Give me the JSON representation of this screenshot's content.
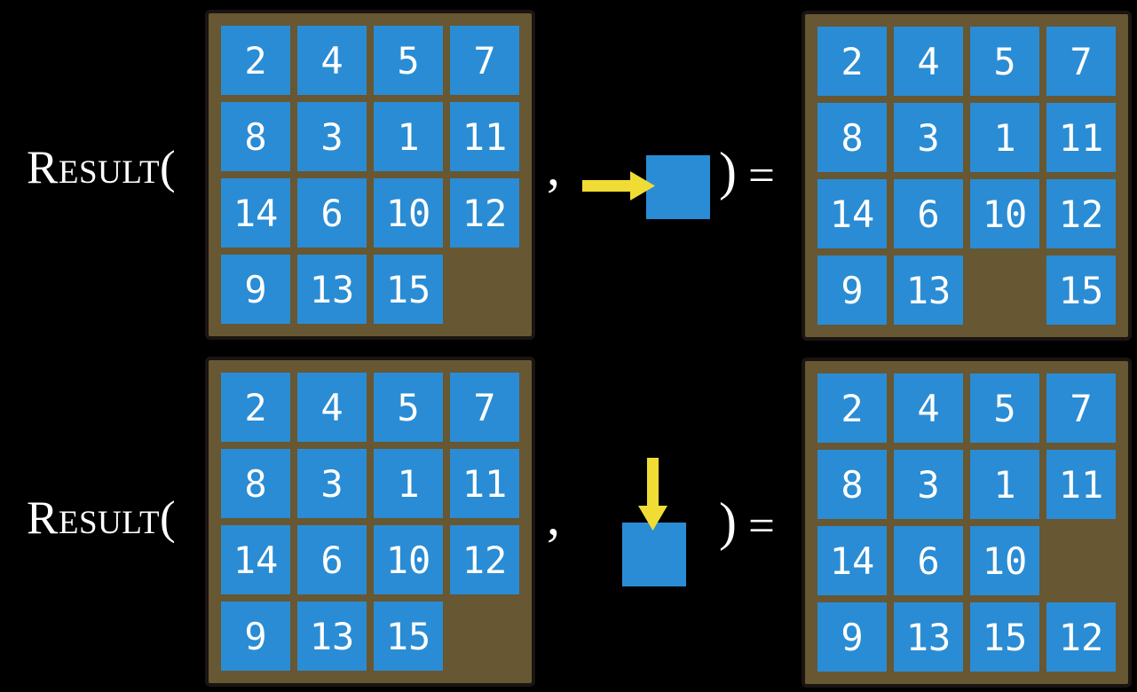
{
  "colors": {
    "background": "#000000",
    "tile_blue": "#2a8cd4",
    "board_brown": "#675732",
    "board_border": "#1a1512",
    "arrow_yellow": "#f0dc35",
    "text_white": "#ffffff"
  },
  "rows": [
    {
      "label": "Result(",
      "comma": ",",
      "close_paren": ")",
      "equals": "=",
      "action": {
        "arrow_direction": "right",
        "arrow_icon": "arrow-right-icon",
        "tile": "blank-blue-tile"
      },
      "initial_board": [
        [
          2,
          4,
          5,
          7
        ],
        [
          8,
          3,
          1,
          11
        ],
        [
          14,
          6,
          10,
          12
        ],
        [
          9,
          13,
          15,
          null
        ]
      ],
      "result_board": [
        [
          2,
          4,
          5,
          7
        ],
        [
          8,
          3,
          1,
          11
        ],
        [
          14,
          6,
          10,
          12
        ],
        [
          9,
          13,
          null,
          15
        ]
      ]
    },
    {
      "label": "Result(",
      "comma": ",",
      "close_paren": ")",
      "equals": "=",
      "action": {
        "arrow_direction": "down",
        "arrow_icon": "arrow-down-icon",
        "tile": "blank-blue-tile"
      },
      "initial_board": [
        [
          2,
          4,
          5,
          7
        ],
        [
          8,
          3,
          1,
          11
        ],
        [
          14,
          6,
          10,
          12
        ],
        [
          9,
          13,
          15,
          null
        ]
      ],
      "result_board": [
        [
          2,
          4,
          5,
          7
        ],
        [
          8,
          3,
          1,
          11
        ],
        [
          14,
          6,
          10,
          null
        ],
        [
          9,
          13,
          15,
          12
        ]
      ]
    }
  ]
}
